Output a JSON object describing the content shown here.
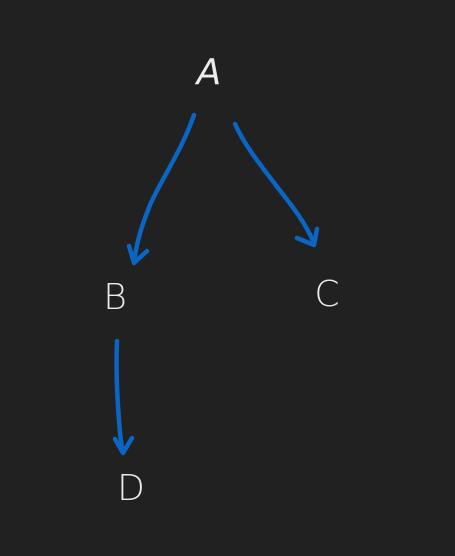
{
  "diagram": {
    "type": "tree",
    "background_color": "#212121",
    "node_color": "#ececec",
    "edge_color": "#0b65c2",
    "nodes": [
      {
        "id": "A",
        "label": "A"
      },
      {
        "id": "B",
        "label": "B"
      },
      {
        "id": "C",
        "label": "C"
      },
      {
        "id": "D",
        "label": "D"
      }
    ],
    "edges": [
      {
        "from": "A",
        "to": "B"
      },
      {
        "from": "A",
        "to": "C"
      },
      {
        "from": "B",
        "to": "D"
      }
    ]
  }
}
